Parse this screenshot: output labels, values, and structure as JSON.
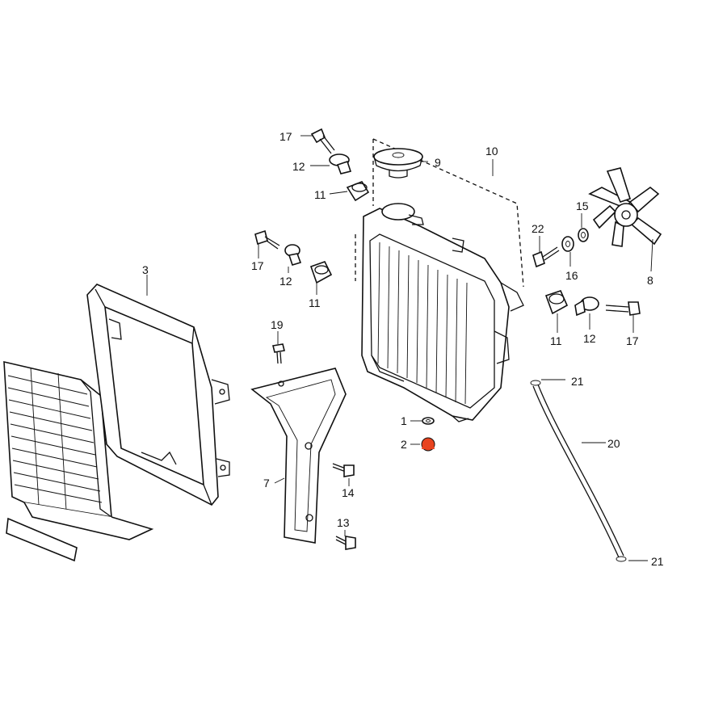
{
  "diagram": {
    "highlight_color": "#e8431f",
    "callouts": [
      {
        "id": "c17a",
        "text": "17"
      },
      {
        "id": "c12a",
        "text": "12"
      },
      {
        "id": "c11a",
        "text": "11"
      },
      {
        "id": "c9",
        "text": "9"
      },
      {
        "id": "c10",
        "text": "10"
      },
      {
        "id": "c22",
        "text": "22"
      },
      {
        "id": "c15",
        "text": "15"
      },
      {
        "id": "c16",
        "text": "16"
      },
      {
        "id": "c8",
        "text": "8"
      },
      {
        "id": "c17b",
        "text": "17"
      },
      {
        "id": "c12b",
        "text": "12"
      },
      {
        "id": "c11b",
        "text": "11"
      },
      {
        "id": "c3",
        "text": "3"
      },
      {
        "id": "c19",
        "text": "19"
      },
      {
        "id": "c11c",
        "text": "11"
      },
      {
        "id": "c12c",
        "text": "12"
      },
      {
        "id": "c17c",
        "text": "17"
      },
      {
        "id": "c21a",
        "text": "21"
      },
      {
        "id": "c1",
        "text": "1"
      },
      {
        "id": "c2",
        "text": "2"
      },
      {
        "id": "c20",
        "text": "20"
      },
      {
        "id": "c7",
        "text": "7"
      },
      {
        "id": "c14",
        "text": "14"
      },
      {
        "id": "c13",
        "text": "13"
      },
      {
        "id": "c21b",
        "text": "21"
      }
    ]
  }
}
